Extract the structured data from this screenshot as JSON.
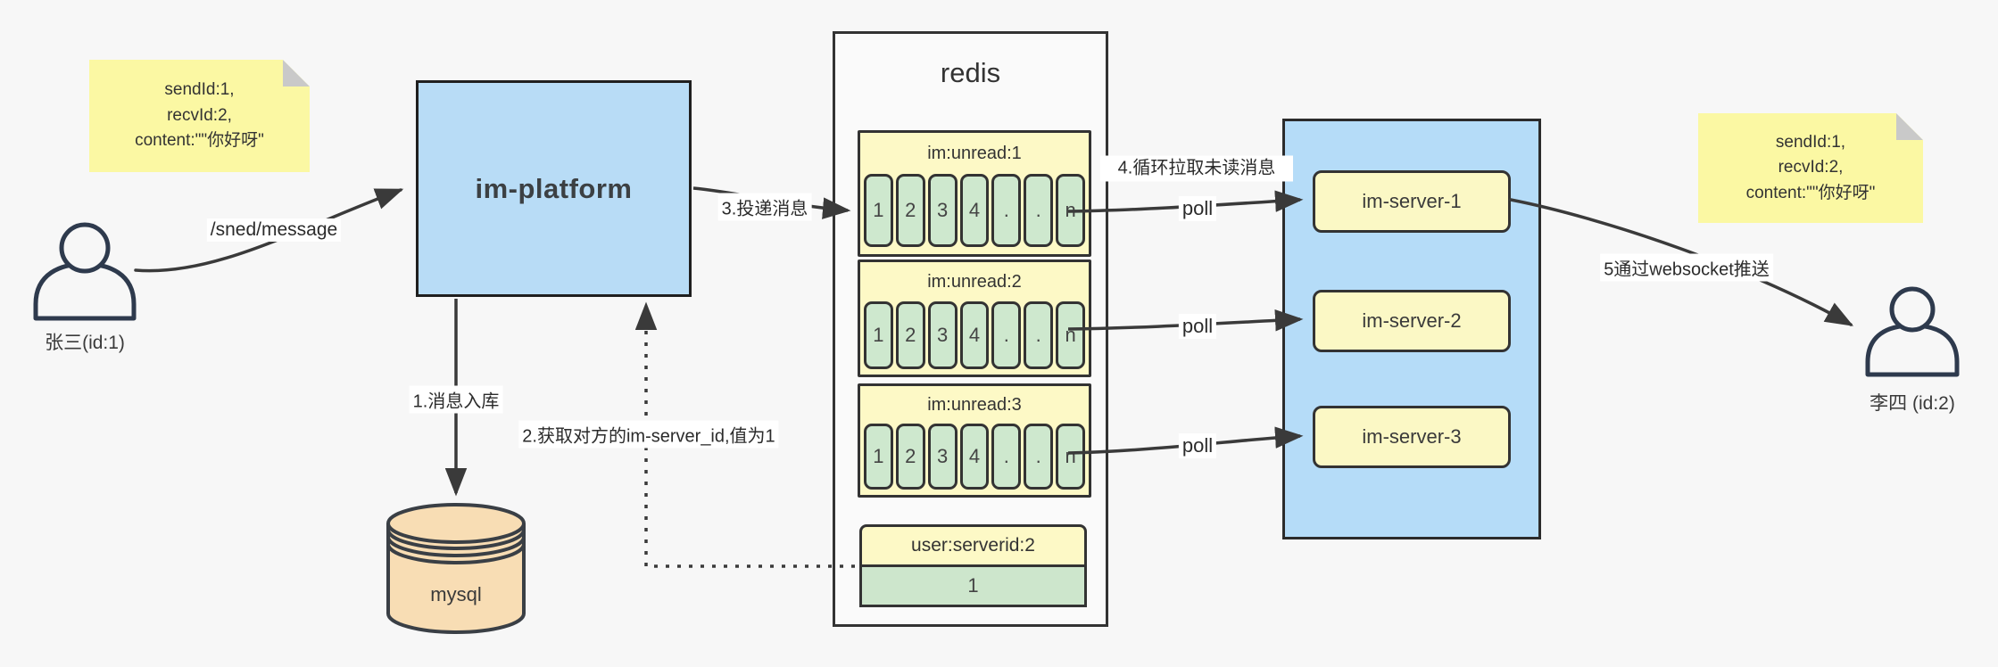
{
  "notes": {
    "left": {
      "text": "sendId:1,\nrecvId:2,\ncontent:\"\"你好呀\""
    },
    "right": {
      "text": "sendId:1,\nrecvId:2,\ncontent:\"\"你好呀\""
    }
  },
  "actors": {
    "sender": {
      "label": "张三(id:1)"
    },
    "receiver": {
      "label": "李四 (id:2)"
    }
  },
  "platform": {
    "label": "im-platform"
  },
  "database": {
    "label": "mysql"
  },
  "redis": {
    "title": "redis",
    "queues": [
      {
        "name": "im:unread:1",
        "cells": [
          "1",
          "2",
          "3",
          "4",
          ".",
          ".",
          "n"
        ]
      },
      {
        "name": "im:unread:2",
        "cells": [
          "1",
          "2",
          "3",
          "4",
          ".",
          ".",
          "n"
        ]
      },
      {
        "name": "im:unread:3",
        "cells": [
          "1",
          "2",
          "3",
          "4",
          ".",
          ".",
          "n"
        ]
      }
    ],
    "kv": {
      "key": "user:serverid:2",
      "value": "1"
    }
  },
  "servers": {
    "items": [
      {
        "label": "im-server-1"
      },
      {
        "label": "im-server-2"
      },
      {
        "label": "im-server-3"
      }
    ]
  },
  "edges": {
    "send": "/sned/message",
    "step1": "1.消息入库",
    "step2": "2.获取对方的im-server_id,值为1",
    "step3": "3.投递消息",
    "step4": "4.循环拉取未读消息",
    "step5": "5通过websocket推送",
    "poll": "poll"
  },
  "colors": {
    "background": "#f7f7f7",
    "note_yellow": "#fbf8a3",
    "box_blue": "#b8dcf6",
    "box_yellow": "#fbf8c5",
    "cell_green": "#cee8ce",
    "header_yellow": "#fdf9c6",
    "mysql_peach": "#f8ddb4",
    "stroke_dark": "#3a3a3a"
  }
}
